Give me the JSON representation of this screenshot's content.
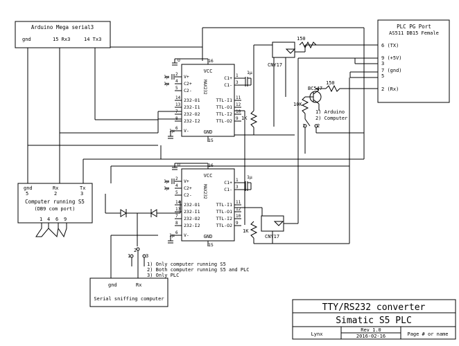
{
  "arduino": {
    "title": "Arduino Mega serial3",
    "pins": [
      "gnd",
      "15 Rx3",
      "14 Tx3"
    ]
  },
  "plc": {
    "title1": "PLC PG Port",
    "title2": "AS511 DB15 Female",
    "pins": [
      {
        "num": "6",
        "name": "(TX)"
      },
      {
        "num": "9",
        "name": "(+5V)"
      },
      {
        "num": "3",
        "name": ""
      },
      {
        "num": "7",
        "name": "(gnd)"
      },
      {
        "num": "5",
        "name": ""
      },
      {
        "num": "2",
        "name": "(Rx)"
      }
    ]
  },
  "max232": {
    "name": "MAX232",
    "vcc": "VCC",
    "gnd": "GND",
    "left": [
      {
        "num": "2",
        "name": "V+"
      },
      {
        "num": "4",
        "name": "C2+"
      },
      {
        "num": "5",
        "name": "C2-"
      },
      {
        "num": "14",
        "name": "232-O1"
      },
      {
        "num": "13",
        "name": "232-I1"
      },
      {
        "num": "7",
        "name": "232-O2"
      },
      {
        "num": "8",
        "name": "232-I2"
      },
      {
        "num": "6",
        "name": "V-"
      }
    ],
    "right": [
      {
        "num": "1",
        "name": "C1+"
      },
      {
        "num": "3",
        "name": "C1-"
      },
      {
        "num": "11",
        "name": "TTL-I1"
      },
      {
        "num": "12",
        "name": "TTL-O1"
      },
      {
        "num": "10",
        "name": "TTL-I2"
      },
      {
        "num": "9",
        "name": "TTL-O2"
      }
    ],
    "pin_vcc": "16",
    "pin_gnd": "15",
    "u_label": "U"
  },
  "parts": {
    "cap": "1µ",
    "r150": "150",
    "r1k": "1K",
    "r10k": "10K",
    "bc547": "BC547",
    "cny17": "CNY17",
    "sw1": "1",
    "sw2": "2",
    "sw3": "3",
    "choice1": "1) Arduino",
    "choice2": "2) Computer"
  },
  "computer": {
    "pins": [
      {
        "name": "gnd",
        "num": "5"
      },
      {
        "name": "Rx",
        "num": "2"
      },
      {
        "name": "Tx",
        "num": "3"
      }
    ],
    "line1": "Computer running S5",
    "line2": "(DB9 com port)",
    "loop": [
      "1",
      "4",
      "6",
      "9"
    ]
  },
  "sniff": {
    "pins": [
      "gnd",
      "Rx"
    ],
    "label": "Serial sniffing computer",
    "opt1": "1) Only computer running S5",
    "opt2": "2) Both computer running S5 and PLC",
    "opt3": "3) Only PLC"
  },
  "titleblock": {
    "title": "TTY/RS232 converter",
    "subtitle": "Simatic S5 PLC",
    "author": "Lynx",
    "rev": "Rev 1.0",
    "date": "2016-02-16",
    "page": "Page # or name"
  }
}
